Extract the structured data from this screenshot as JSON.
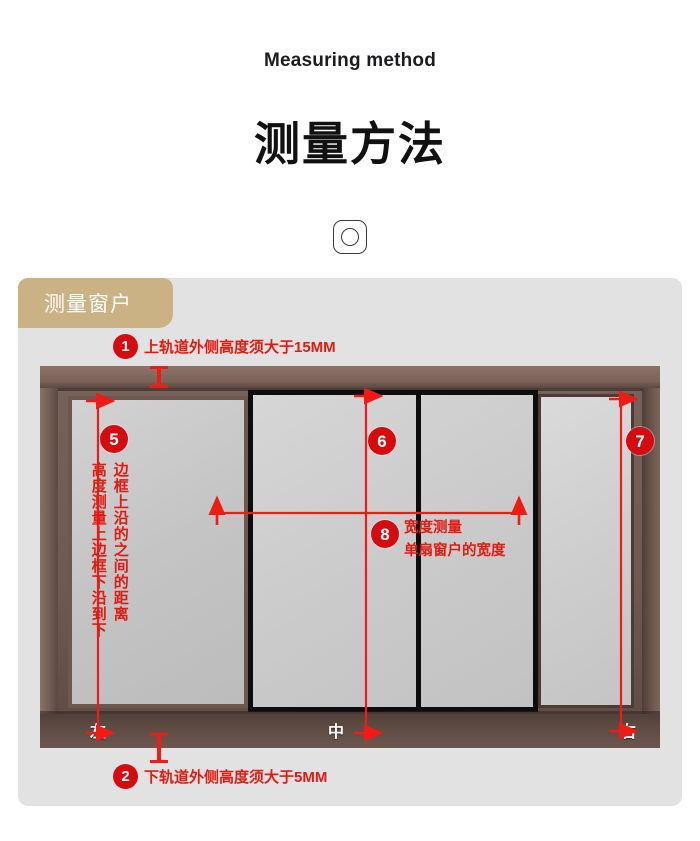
{
  "header": {
    "title_en": "Measuring method",
    "title_cn": "测量方法",
    "icon": "rounded-square-circle-icon"
  },
  "panel": {
    "tab_label": "测量窗户",
    "tab_color": "#cbb284",
    "background": "#e2e2e2"
  },
  "accent": {
    "red": "#e21a10",
    "badge_red": "#d60b10",
    "frame_brown": "#6e5a51",
    "glass_grey": "#c9c9c9"
  },
  "notes": [
    {
      "num": "1",
      "text": "上轨道外侧高度须大于15MM"
    },
    {
      "num": "2",
      "text": "下轨道外侧高度须大于5MM"
    }
  ],
  "measurements": [
    {
      "num": "5",
      "kind": "vertical-height",
      "line_col_1": "高度测量上边框下沿到下",
      "line_col_2": "边框上沿的之间的距离"
    },
    {
      "num": "6",
      "kind": "vertical-height",
      "text": ""
    },
    {
      "num": "7",
      "kind": "vertical-height",
      "text": ""
    },
    {
      "num": "8",
      "kind": "horizontal-width",
      "line_1": "宽度测量",
      "line_2": "单扇窗户的宽度"
    }
  ],
  "window_labels": {
    "left": "左",
    "middle": "中",
    "right": "右"
  }
}
